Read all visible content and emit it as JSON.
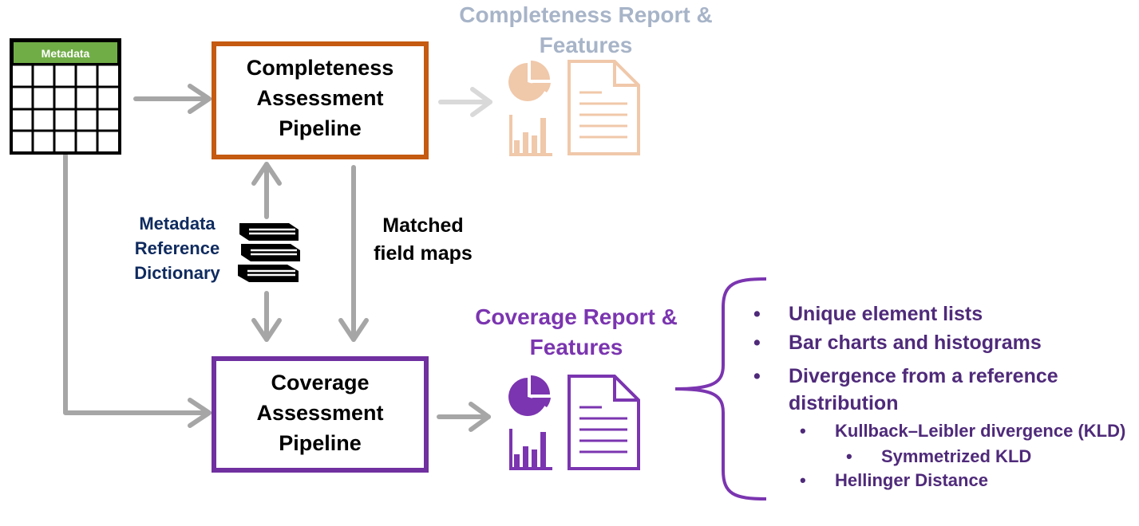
{
  "table": {
    "header": "Metadata"
  },
  "completeness_box": {
    "lines": [
      "Completeness",
      "Assessment",
      "Pipeline"
    ]
  },
  "coverage_box": {
    "lines": [
      "Coverage",
      "Assessment",
      "Pipeline"
    ]
  },
  "dictionary_label": {
    "lines": [
      "Metadata",
      "Reference",
      "Dictionary"
    ]
  },
  "field_maps_label": {
    "lines": [
      "Matched",
      "field maps"
    ]
  },
  "completeness_report": {
    "lines": [
      "Completeness Report &",
      "Features"
    ]
  },
  "coverage_report": {
    "lines": [
      "Coverage Report &",
      "Features"
    ]
  },
  "features": {
    "bullet": "•",
    "items": [
      "Unique element lists",
      "Bar charts and histograms",
      "Divergence from a reference",
      "distribution",
      "Kullback–Leibler divergence (KLD)",
      "Symmetrized KLD",
      "Hellinger Distance"
    ]
  },
  "colors": {
    "completeness_border": "#c55a11",
    "coverage_border": "#7030a0",
    "arrow_grey": "#a6a6a6",
    "faded_arrow": "#d9d9d9",
    "faded_icon": "#f0c8aa",
    "purple_icon": "#7b35b0",
    "table_header": "#70ad47",
    "brace": "#7b35b0"
  },
  "icons": [
    "table-icon",
    "books-icon",
    "pie-chart-icon",
    "bar-chart-icon",
    "document-icon",
    "brace-icon"
  ]
}
